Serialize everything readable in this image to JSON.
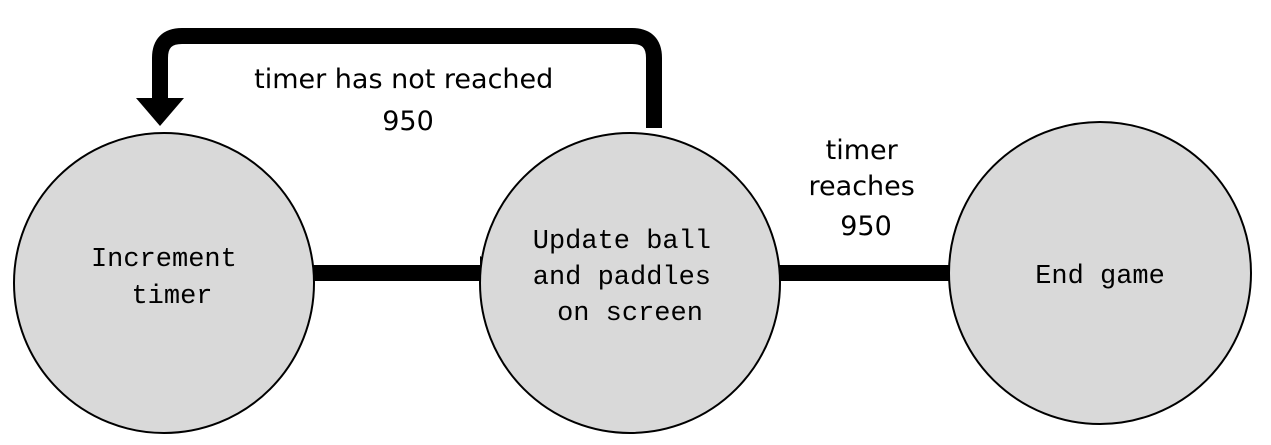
{
  "colors": {
    "state_fill": "#d9d9d9",
    "stroke": "#000000",
    "background": "#ffffff"
  },
  "states": [
    {
      "id": "increment-timer",
      "lines": [
        "Increment",
        "timer"
      ]
    },
    {
      "id": "update-ball-paddles",
      "lines": [
        "Update ball",
        "and paddles",
        "on screen"
      ]
    },
    {
      "id": "end-game",
      "lines": [
        "End game"
      ]
    }
  ],
  "transitions": [
    {
      "from": "increment-timer",
      "to": "update-ball-paddles",
      "label_lines": []
    },
    {
      "from": "update-ball-paddles",
      "to": "increment-timer",
      "label_lines": [
        "timer has not reached",
        "950"
      ]
    },
    {
      "from": "update-ball-paddles",
      "to": "end-game",
      "label_lines": [
        "timer",
        "reaches",
        "950"
      ]
    }
  ]
}
